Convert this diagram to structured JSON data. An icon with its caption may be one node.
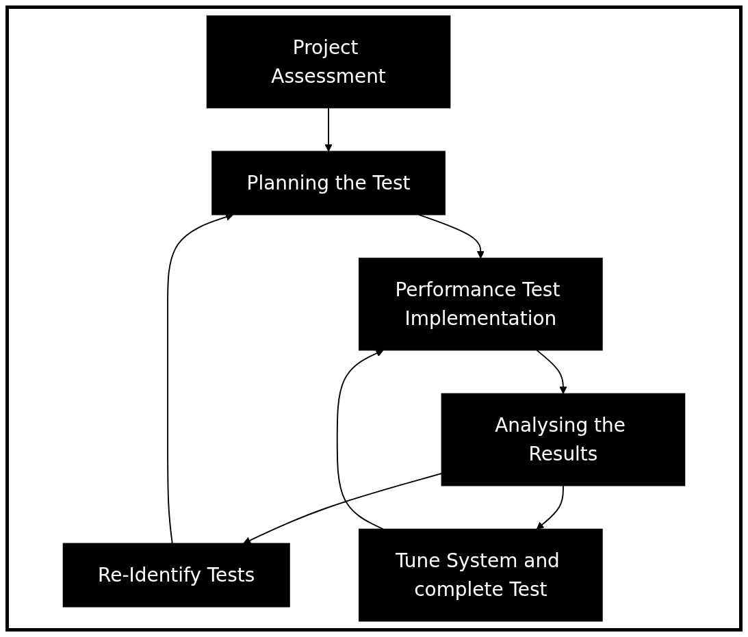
{
  "diagram": {
    "nodes": [
      {
        "text": [
          "Project Assessment"
        ]
      },
      {
        "text": [
          "Planning the Test"
        ]
      },
      {
        "text": [
          "Performance Test Implementation"
        ]
      },
      {
        "text": [
          "Analysing the Results"
        ]
      },
      {
        "text": [
          "Re-Identify Tests"
        ]
      },
      {
        "text": [
          "Tune System and complete Test"
        ]
      }
    ],
    "edges": [
      {
        "from": 0,
        "to": 1,
        "arrow": "to"
      },
      {
        "from": 1,
        "to": 2,
        "arrow": "to"
      },
      {
        "from": 2,
        "to": 3,
        "arrow": "to"
      },
      {
        "from": 3,
        "to": 4,
        "arrow": "to"
      },
      {
        "from": 4,
        "to": 1,
        "arrow": "to"
      },
      {
        "from": 3,
        "to": 5,
        "arrow": "to"
      },
      {
        "from": 5,
        "to": 2,
        "arrow": "to"
      }
    ]
  }
}
